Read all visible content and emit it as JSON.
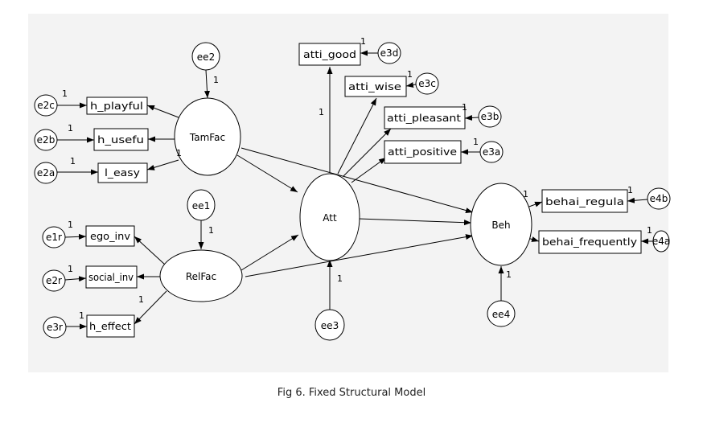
{
  "diagram": {
    "latent": {
      "tamfac": "TamFac",
      "relfac": "RelFac",
      "att": "Att",
      "beh": "Beh"
    },
    "observed": {
      "h_playful": "h_playful",
      "h_usefu": "h_usefu",
      "l_easy": "l_easy",
      "ego_inv": "ego_inv",
      "social_inv": "social_inv",
      "h_effect": "h_effect",
      "atti_good": "atti_good",
      "atti_wise": "atti_wise",
      "atti_pleasant": "atti_pleasant",
      "atti_positive": "atti_positive",
      "behai_regula": "behai_regula",
      "behai_frequently": "behai_frequently"
    },
    "errors": {
      "ee2": "ee2",
      "ee1": "ee1",
      "ee3": "ee3",
      "ee4": "ee4",
      "e2c": "e2c",
      "e2b": "e2b",
      "e2a": "e2a",
      "e1r": "e1r",
      "e2r": "e2r",
      "e3r": "e3r",
      "e3d": "e3d",
      "e3c": "e3c",
      "e3b": "e3b",
      "e3a": "e3a",
      "e4b": "e4b",
      "e4a": "e4a"
    },
    "fixed_weight": "1"
  },
  "caption": "Fig 6. Fixed Structural Model"
}
